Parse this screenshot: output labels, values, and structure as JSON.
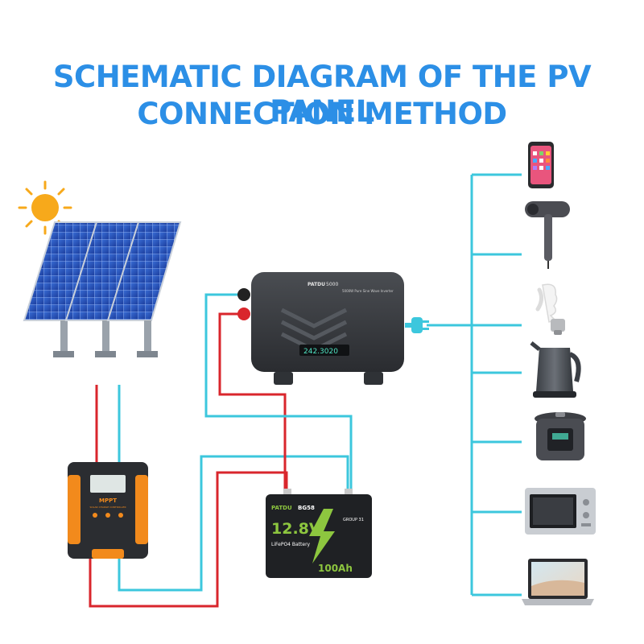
{
  "title": {
    "line1": "SCHEMATIC DIAGRAM OF THE PV PANEL",
    "line2": "CONNECTION METHOD"
  },
  "colors": {
    "title": "#2c8fe6",
    "positive_wire": "#d9262c",
    "negative_wire": "#3cc7dd",
    "controller_accent": "#f28a1c",
    "battery_accent": "#8dc63f",
    "sun": "#f7a91b"
  },
  "inverter": {
    "brand": "PATDU",
    "model": "5000",
    "subtitle": "5000W Pure Sine Wave Inverter",
    "display": "242.3020"
  },
  "controller": {
    "brand": "MPPT",
    "subtitle": "SOLAR CHARGE CONTROLLER"
  },
  "battery": {
    "brand": "PATDU",
    "series": "BG58",
    "voltage": "12.8V",
    "chemistry": "LiFePO4 Battery",
    "capacity": "100Ah",
    "group": "GROUP 31"
  },
  "icons": {
    "sun": "sun-icon",
    "panels": "solar-panel-icon",
    "inverter": "inverter-icon",
    "plug": "plug-icon",
    "controller": "charge-controller-icon",
    "battery": "battery-icon",
    "phone": "phone-icon",
    "hair_dryer": "hair-dryer-icon",
    "bulb": "bulb-icon",
    "kettle": "kettle-icon",
    "rice_cooker": "rice-cooker-icon",
    "oven": "oven-icon",
    "laptop": "laptop-icon"
  }
}
